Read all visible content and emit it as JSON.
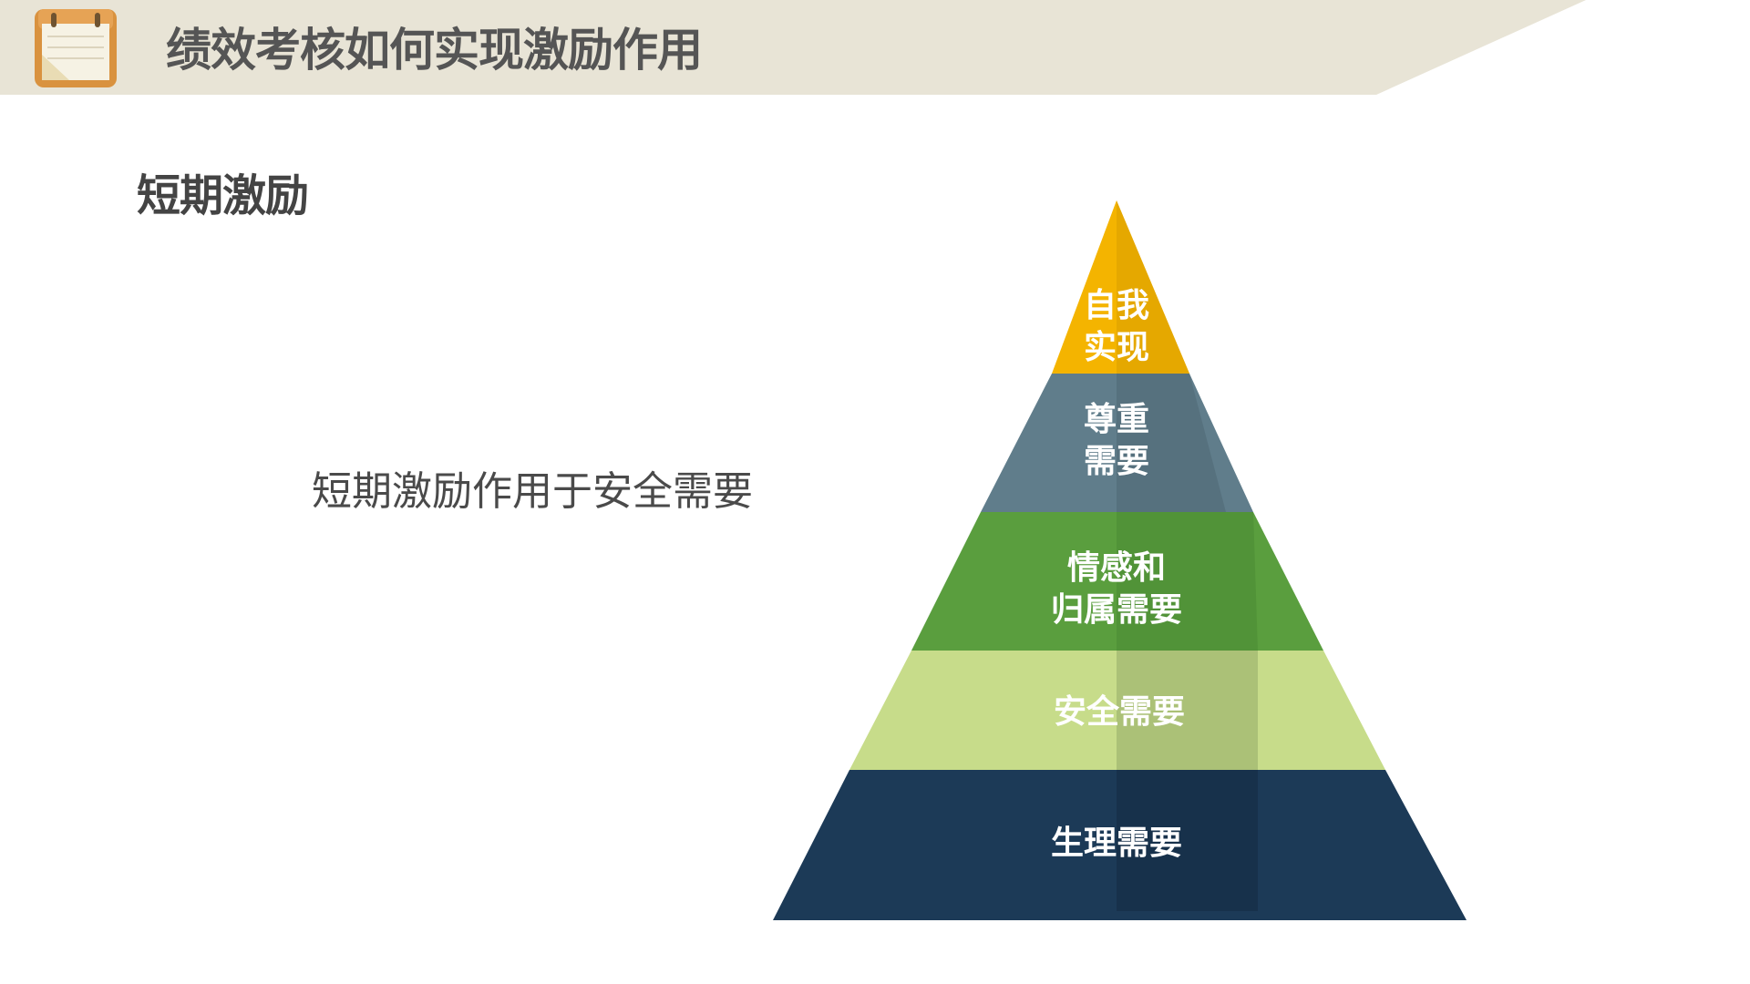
{
  "header": {
    "title": "绩效考核如何实现激励作用",
    "icon": "notebook-icon",
    "band_color": "#e8e4d6"
  },
  "section": {
    "title": "短期激励"
  },
  "body": {
    "text": "短期激励作用于安全需要"
  },
  "pyramid": {
    "tiers": [
      {
        "lines": [
          "自我",
          "实现"
        ],
        "color": "#f4b400"
      },
      {
        "lines": [
          "尊重",
          "需要"
        ],
        "color": "#607d8b"
      },
      {
        "lines": [
          "情感和",
          "归属需要"
        ],
        "color": "#5a9e3e"
      },
      {
        "lines": [
          "安全需要"
        ],
        "color": "#c7dc8a"
      },
      {
        "lines": [
          "生理需要"
        ],
        "color": "#1c3a57"
      }
    ]
  }
}
